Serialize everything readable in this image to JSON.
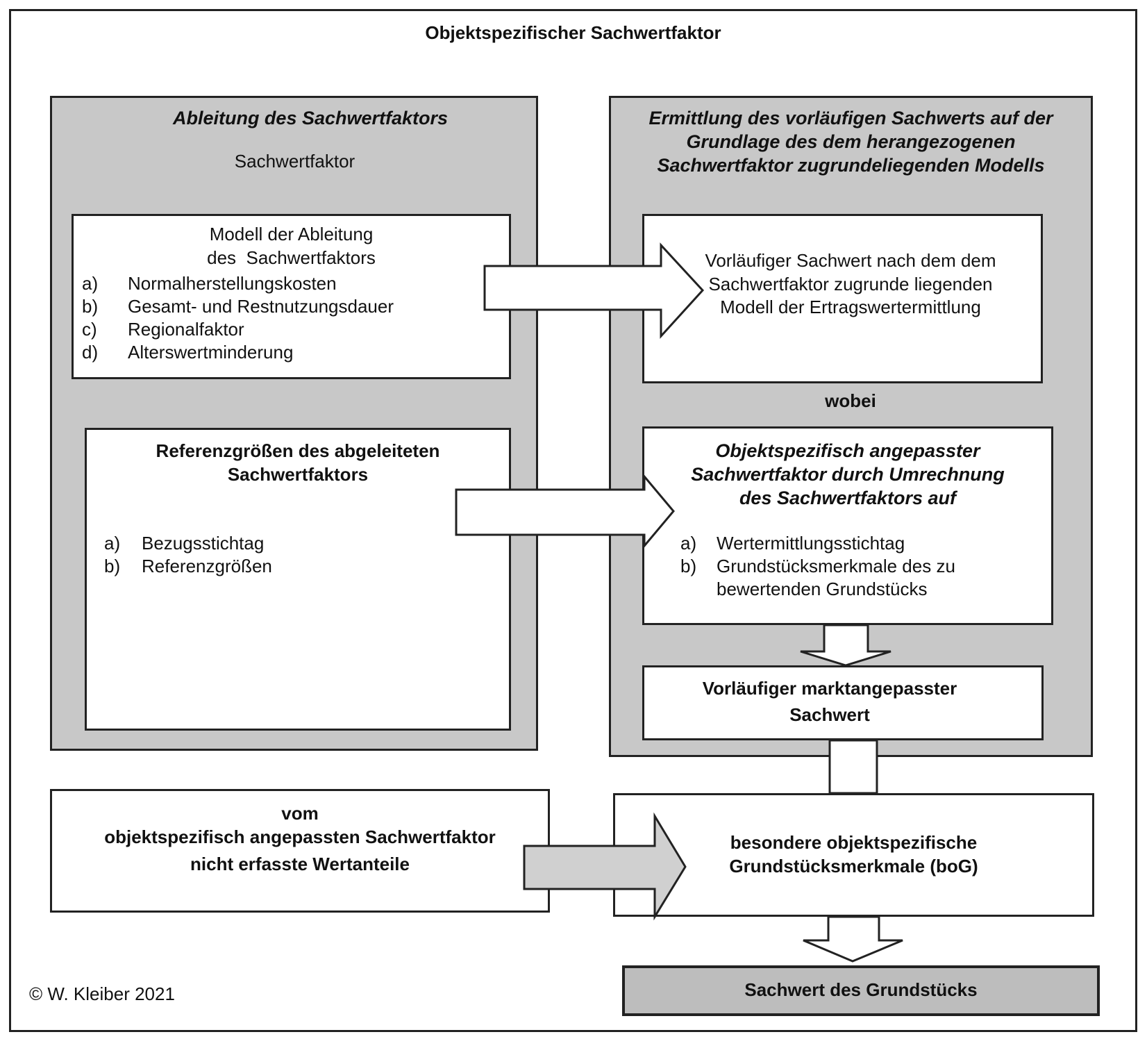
{
  "title": "Objektspezifischer Sachwertfaktor",
  "left_panel": {
    "heading": "Ableitung des Sachwertfaktors",
    "subheading": "Sachwertfaktor",
    "model_box": {
      "title_line1": "Modell der Ableitung",
      "title_line2": "des  Sachwertfaktors",
      "items": [
        {
          "key": "a)",
          "text": "Normalherstellungskosten"
        },
        {
          "key": "b)",
          "text": "Gesamt- und Restnutzungsdauer"
        },
        {
          "key": "c)",
          "text": "Regionalfaktor"
        },
        {
          "key": "d)",
          "text": "Alterswertminderung"
        }
      ]
    },
    "reference_box": {
      "title_line1": "Referenzgrößen des abgeleiteten",
      "title_line2": "Sachwertfaktors",
      "items": [
        {
          "key": "a)",
          "text": "Bezugsstichtag"
        },
        {
          "key": "b)",
          "text": "Referenzgrößen"
        }
      ]
    }
  },
  "right_panel": {
    "heading_line1": "Ermittlung des vorläufigen Sachwerts auf der",
    "heading_line2": "Grundlage des dem herangezogenen",
    "heading_line3": "Sachwertfaktor zugrundeliegenden Modells",
    "preliminary_box": {
      "line1": "Vorläufiger Sachwert nach dem dem",
      "line2": "Sachwertfaktor zugrunde liegenden",
      "line3": "Modell der Ertragswertermittlung"
    },
    "connector": "wobei",
    "adjusted_box": {
      "title_line1": "Objektspezifisch angepasster",
      "title_line2": "Sachwertfaktor durch Umrechnung",
      "title_line3": "des Sachwertfaktors auf",
      "items": [
        {
          "key": "a)",
          "text": "Wertermittlungsstichtag"
        },
        {
          "key": "b)",
          "text": "Grundstücksmerkmale des zu"
        },
        {
          "key": "",
          "text": "bewertenden Grundstücks"
        }
      ]
    },
    "market_box": {
      "line1": "Vorläufiger marktangepasster",
      "line2": "Sachwert"
    }
  },
  "not_covered_box": {
    "line1": "vom",
    "line2": "objektspezifisch angepassten Sachwertfaktor",
    "line3": "nicht erfasste Wertanteile"
  },
  "bog_box": {
    "line1": "besondere objektspezifische",
    "line2": "Grundstücksmerkmale (boG)"
  },
  "result_box": {
    "label": "Sachwert des Grundstücks"
  },
  "copyright": "© W. Kleiber 2021",
  "colors": {
    "panel_fill": "#c8c8c8",
    "result_fill": "#bdbdbd",
    "arrow_gray": "#d0d0d0",
    "border": "#222222"
  }
}
